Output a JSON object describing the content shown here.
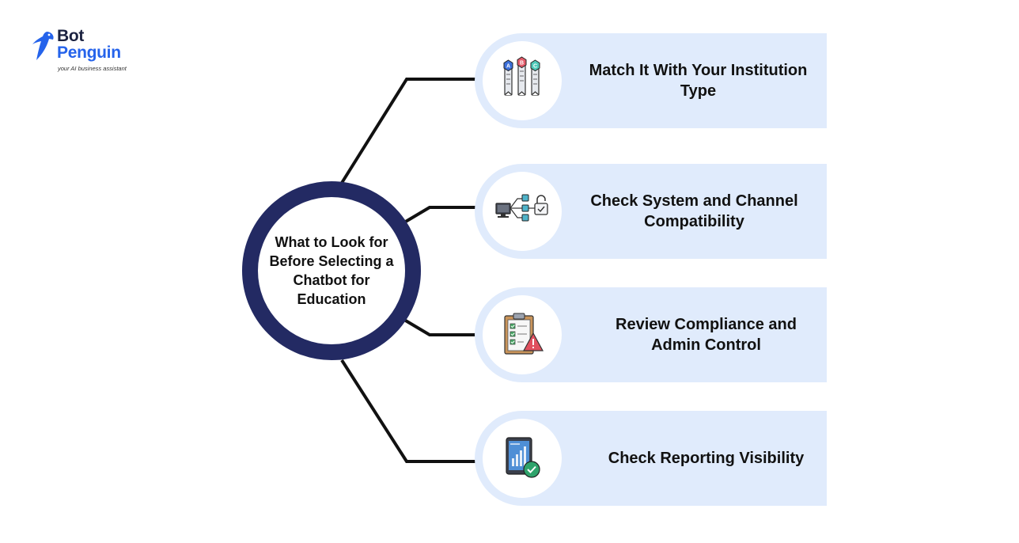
{
  "logo": {
    "line1": "Bot",
    "line2": "Penguin",
    "tagline": "your AI business assistant",
    "icon": "penguin-bird-icon",
    "colors": {
      "dark": "#1b2240",
      "brand": "#2563eb"
    }
  },
  "hub": {
    "text": "What to Look for Before Selecting a Chatbot for Education",
    "ring_color": "#232a63"
  },
  "items": [
    {
      "label": "Match It With Your Institution Type",
      "icon": "abc-tags-icon"
    },
    {
      "label": "Check System and Channel Compatibility",
      "icon": "system-network-icon"
    },
    {
      "label": "Review Compliance and Admin Control",
      "icon": "compliance-clipboard-icon"
    },
    {
      "label": "Check Reporting Visibility",
      "icon": "reporting-tablet-icon"
    }
  ],
  "icon_letters": [
    "A",
    "B",
    "C"
  ],
  "colors": {
    "card_bg": "#e0ebfc",
    "connector": "#111111"
  }
}
